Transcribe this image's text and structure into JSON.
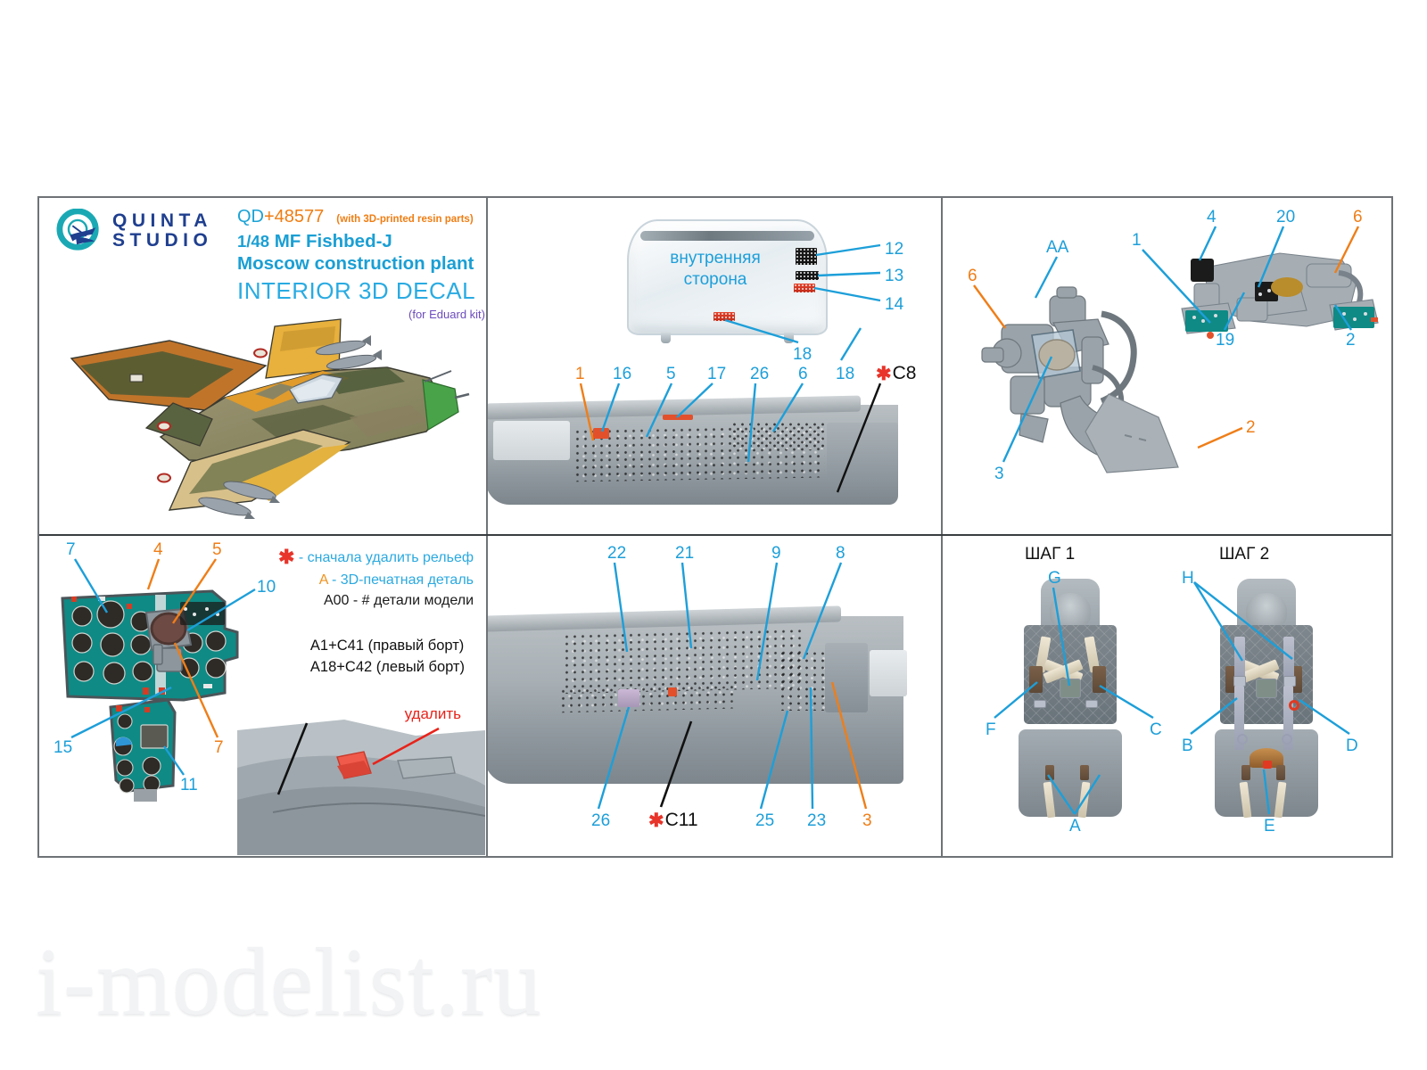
{
  "brand": {
    "name_line1": "QUINTA",
    "name_line2": "STUDIO",
    "logo_icon": "quinta-q-logo-icon"
  },
  "header": {
    "code_prefix": "QD",
    "code_number": "+48577",
    "resin_note": "(with 3D-printed resin parts)",
    "scale": "1/48",
    "subject": "MF Fishbed-J",
    "plant": "Moscow construction plant",
    "product_type": "INTERIOR 3D DECAL",
    "kit_note": "(for Eduard kit)"
  },
  "legend": {
    "star_symbol": "✱",
    "star_text": "- сначала удалить рельеф",
    "a_symbol": "A",
    "a_text": "- 3D-печатная деталь",
    "a00_symbol": "A00",
    "a00_text": "- # детали модели"
  },
  "side_note": {
    "line1": "A1+C41 (правый борт)",
    "line2": "A18+C42 (левый борт)",
    "remove_label": "удалить"
  },
  "canopy": {
    "inner_line1": "внутренняя",
    "inner_line2": "сторона",
    "callouts": [
      {
        "label": "12",
        "color": "blue"
      },
      {
        "label": "13",
        "color": "blue"
      },
      {
        "label": "14",
        "color": "blue"
      },
      {
        "label": "18",
        "color": "blue"
      }
    ]
  },
  "console_top": {
    "callouts": [
      {
        "label": "1",
        "color": "orange"
      },
      {
        "label": "16",
        "color": "blue"
      },
      {
        "label": "5",
        "color": "blue"
      },
      {
        "label": "17",
        "color": "blue"
      },
      {
        "label": "26",
        "color": "blue"
      },
      {
        "label": "6",
        "color": "blue"
      },
      {
        "label": "18",
        "color": "blue"
      },
      {
        "label": "C8",
        "color": "black",
        "star": true
      }
    ]
  },
  "console_bottom": {
    "callouts_top": [
      {
        "label": "22",
        "color": "blue"
      },
      {
        "label": "21",
        "color": "blue"
      },
      {
        "label": "9",
        "color": "blue"
      },
      {
        "label": "8",
        "color": "blue"
      }
    ],
    "callouts_bottom": [
      {
        "label": "26",
        "color": "blue"
      },
      {
        "label": "C11",
        "color": "black",
        "star": true
      },
      {
        "label": "25",
        "color": "blue"
      },
      {
        "label": "23",
        "color": "blue"
      },
      {
        "label": "3",
        "color": "orange"
      }
    ]
  },
  "instrument_panel": {
    "callouts": [
      {
        "label": "7",
        "color": "blue"
      },
      {
        "label": "4",
        "color": "orange"
      },
      {
        "label": "5",
        "color": "orange"
      },
      {
        "label": "10",
        "color": "blue"
      },
      {
        "label": "15",
        "color": "blue"
      },
      {
        "label": "7",
        "color": "orange"
      },
      {
        "label": "11",
        "color": "blue"
      }
    ]
  },
  "resin_assembly": {
    "callouts": [
      {
        "label": "6",
        "color": "orange"
      },
      {
        "label": "AA",
        "color": "blue"
      },
      {
        "label": "3",
        "color": "blue"
      },
      {
        "label": "2",
        "color": "orange"
      }
    ]
  },
  "sidewalls": {
    "callouts": [
      {
        "label": "1",
        "color": "blue"
      },
      {
        "label": "4",
        "color": "blue"
      },
      {
        "label": "20",
        "color": "blue"
      },
      {
        "label": "6",
        "color": "orange"
      },
      {
        "label": "19",
        "color": "blue"
      },
      {
        "label": "2",
        "color": "blue"
      }
    ]
  },
  "seat_steps": {
    "step1_title": "ШАГ 1",
    "step2_title": "ШАГ 2",
    "step1_callouts": [
      {
        "label": "G",
        "color": "blue"
      },
      {
        "label": "F",
        "color": "blue"
      },
      {
        "label": "C",
        "color": "blue"
      },
      {
        "label": "A",
        "color": "blue"
      }
    ],
    "step2_callouts": [
      {
        "label": "H",
        "color": "blue"
      },
      {
        "label": "B",
        "color": "blue"
      },
      {
        "label": "D",
        "color": "blue"
      },
      {
        "label": "E",
        "color": "blue"
      }
    ]
  },
  "watermark": {
    "text": "i-modelist.ru"
  },
  "colors": {
    "accent_blue": "#1d9fd9",
    "accent_orange": "#ef7e18",
    "accent_red": "#e8342a",
    "brand_navy": "#1f3f8f",
    "panel_teal": "#0d7f7a",
    "frame_grey": "#6e7377"
  }
}
